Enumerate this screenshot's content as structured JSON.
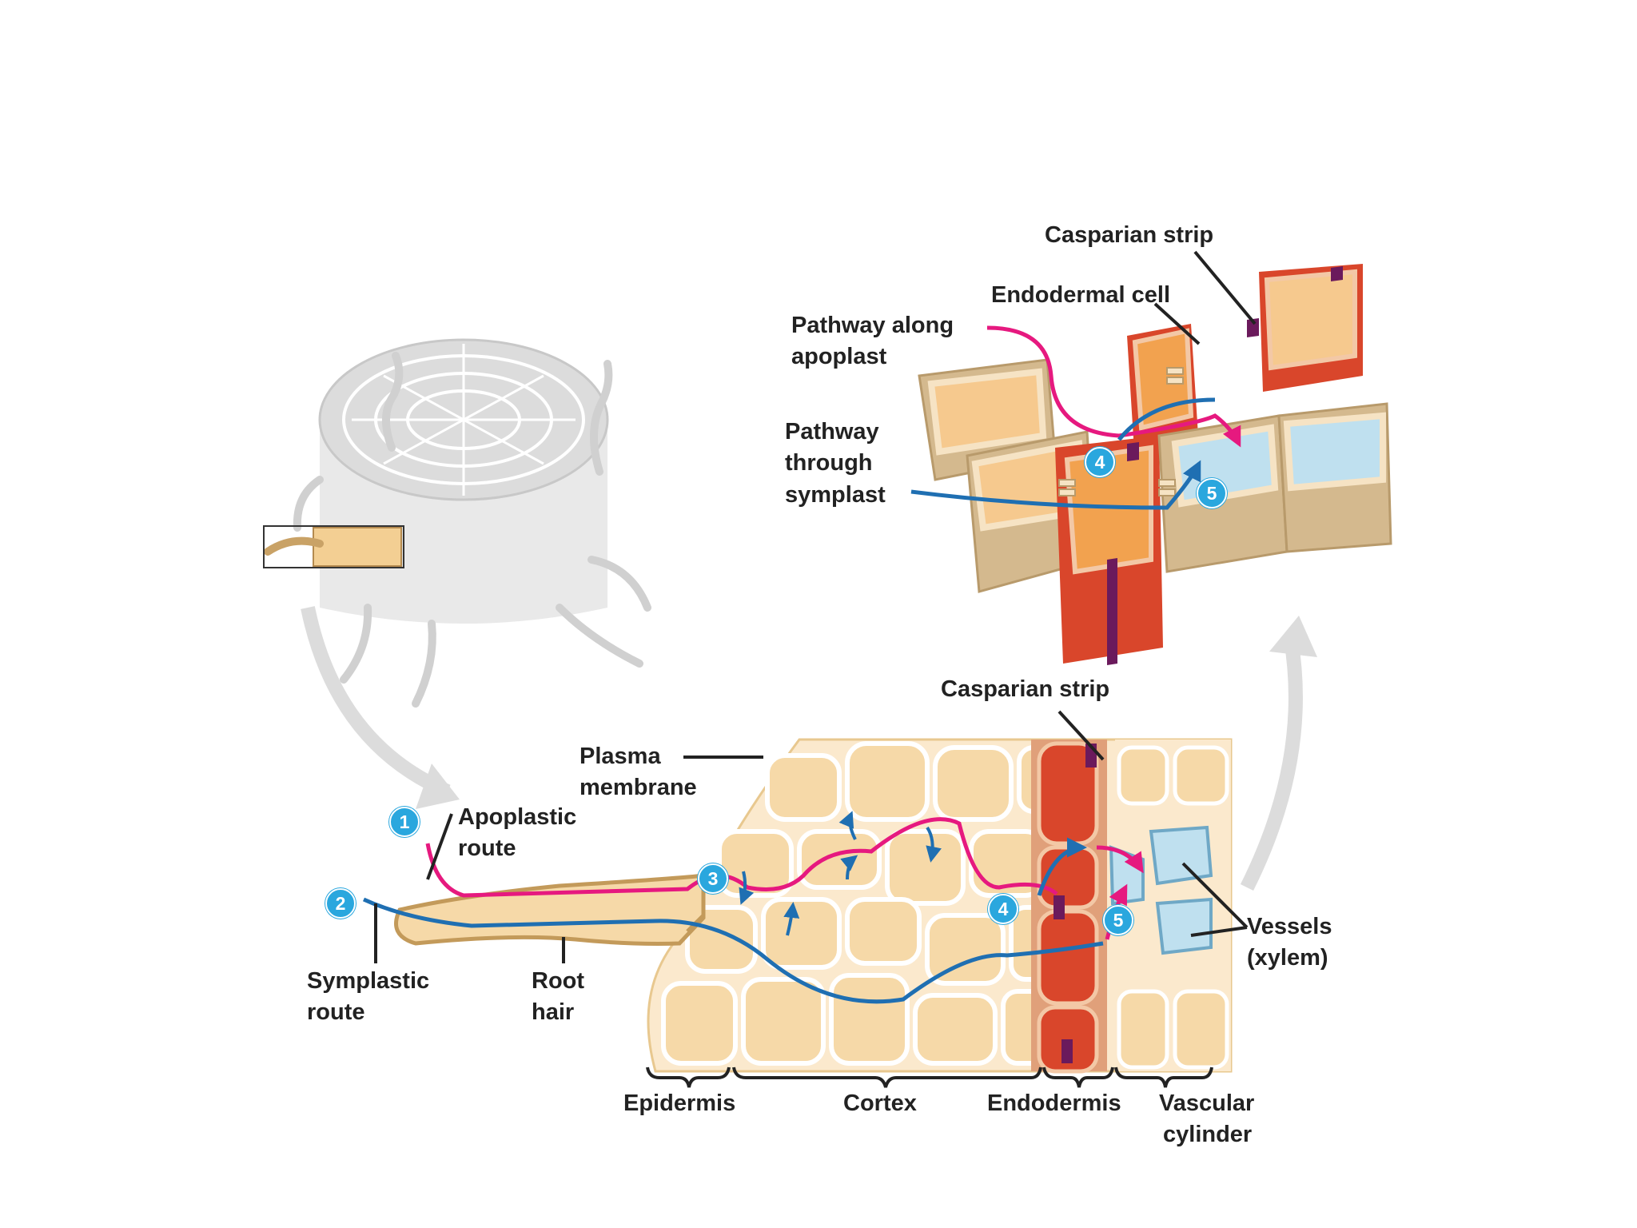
{
  "labels": {
    "casparian_strip_top": "Casparian strip",
    "endodermal_cell": "Endodermal cell",
    "pathway_apoplast_1": "Pathway along",
    "pathway_apoplast_2": "apoplast",
    "pathway_symplast_1": "Pathway",
    "pathway_symplast_2": "through",
    "pathway_symplast_3": "symplast",
    "casparian_strip_mid": "Casparian strip",
    "plasma_membrane_1": "Plasma",
    "plasma_membrane_2": "membrane",
    "apoplastic_route_1": "Apoplastic",
    "apoplastic_route_2": "route",
    "symplastic_route_1": "Symplastic",
    "symplastic_route_2": "route",
    "root_hair_1": "Root",
    "root_hair_2": "hair",
    "vessels_1": "Vessels",
    "vessels_2": "(xylem)",
    "epidermis": "Epidermis",
    "cortex": "Cortex",
    "endodermis": "Endodermis",
    "vascular_1": "Vascular",
    "vascular_2": "cylinder"
  },
  "steps": {
    "one": "1",
    "two": "2",
    "three": "3",
    "four": "4",
    "five": "5"
  },
  "colors": {
    "apoplastic_path": "#e6197f",
    "symplastic_path": "#1f6fb2",
    "badge": "#2aa7de",
    "cell_fill": "#f6d9a8",
    "cell_wall": "#fbedd3",
    "endodermis": "#d9462b",
    "casparian_strip": "#6b1a5c",
    "vessel": "#bfe0ef",
    "guide_arrow": "#dcdcdc"
  }
}
